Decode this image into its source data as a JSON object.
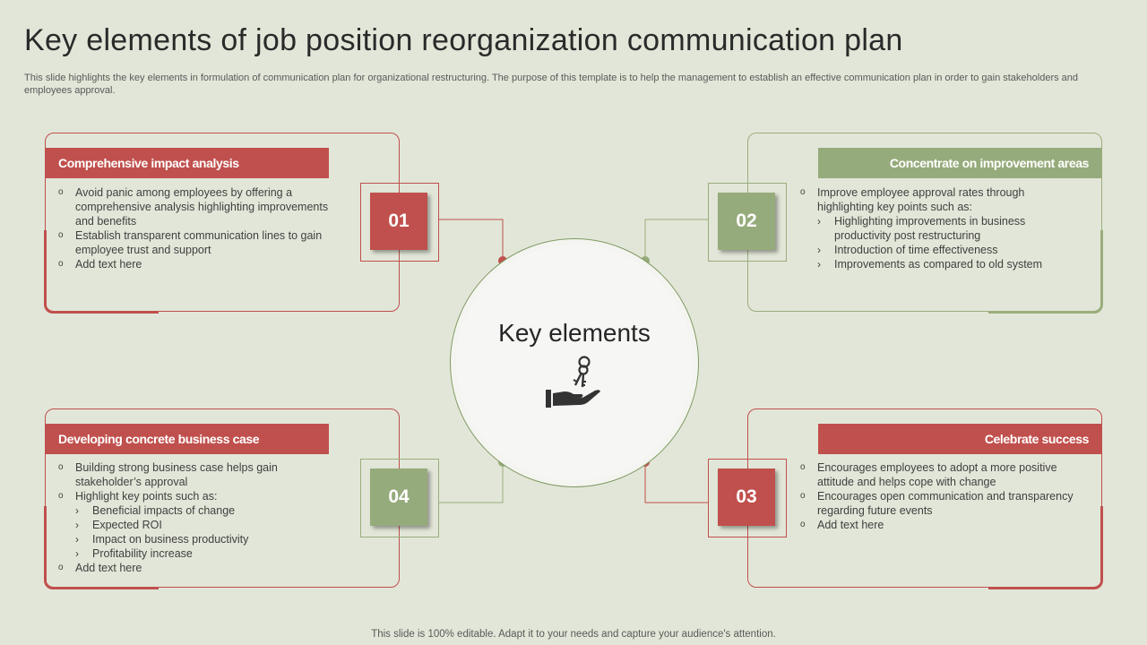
{
  "title": "Key elements of job position reorganization communication plan",
  "subtitle": "This slide highlights the key elements in formulation of communication plan for organizational restructuring. The purpose of this template is to help the management to establish an effective communication plan in order to gain stakeholders and employees approval.",
  "footer": "This slide is 100% editable. Adapt it to your needs and capture your audience's attention.",
  "center": {
    "label": "Key elements",
    "icon": "hand-with-keys-icon"
  },
  "colors": {
    "red": "#c0504d",
    "green": "#96ab7b",
    "background": "#e2e6d8"
  },
  "cards": {
    "c01": {
      "number": "01",
      "heading": "Comprehensive impact analysis",
      "items": [
        "Avoid panic among employees by offering a comprehensive  analysis highlighting improvements and benefits",
        "Establish transparent  communication lines to gain employee trust and support",
        "Add text here"
      ]
    },
    "c02": {
      "number": "02",
      "heading": "Concentrate on improvement areas",
      "items": [
        "Improve  employee approval rates through highlighting  key points such as:"
      ],
      "subitems": [
        "Highlighting improvements  in business productivity  post restructuring",
        "Introduction  of time effectiveness",
        "Improvements  as compared to old system"
      ]
    },
    "c03": {
      "number": "03",
      "heading": "Celebrate success",
      "items": [
        "Encourages employees to adopt a more positive attitude and helps cope with change",
        "Encourages open communication and transparency regarding  future events",
        "Add text here"
      ]
    },
    "c04": {
      "number": "04",
      "heading": "Developing concrete business case",
      "items": [
        "Building strong business case helps gain stakeholder’s approval",
        "Highlight key points such as:",
        "Add text here"
      ],
      "subitems": [
        "Beneficial impacts of change",
        "Expected ROI",
        "Impact on business productivity",
        "Profitability increase"
      ]
    }
  }
}
